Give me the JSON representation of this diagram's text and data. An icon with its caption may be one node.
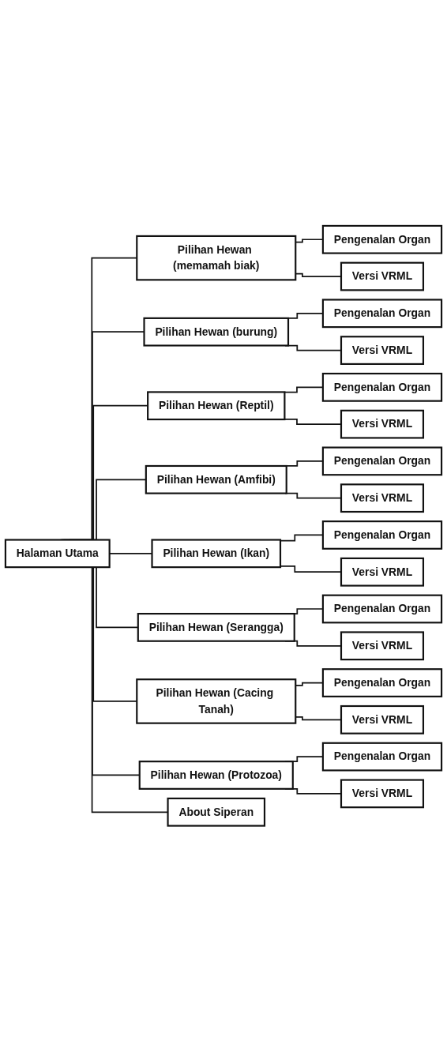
{
  "diagram": {
    "nodes": [
      {
        "text": [
          "Halaman Utama"
        ]
      },
      {
        "text": [
          "Pilihan Hewan (memamah biak)"
        ]
      },
      {
        "text": [
          "Pengenalan Organ"
        ]
      },
      {
        "text": [
          "Versi VRML"
        ]
      },
      {
        "text": [
          "Pilihan Hewan (burung)"
        ]
      },
      {
        "text": [
          "Pengenalan Organ"
        ]
      },
      {
        "text": [
          "Versi VRML"
        ]
      },
      {
        "text": [
          "Pilihan Hewan (Reptil)"
        ]
      },
      {
        "text": [
          "Pengenalan Organ"
        ]
      },
      {
        "text": [
          "Versi VRML"
        ]
      },
      {
        "text": [
          "Pilihan Hewan (Amfibi)"
        ]
      },
      {
        "text": [
          "Pengenalan Organ"
        ]
      },
      {
        "text": [
          "Versi VRML"
        ]
      },
      {
        "text": [
          "Pilihan Hewan (Ikan)"
        ]
      },
      {
        "text": [
          "Pengenalan Organ"
        ]
      },
      {
        "text": [
          "Versi VRML"
        ]
      },
      {
        "text": [
          "Pilihan Hewan (Serangga)"
        ]
      },
      {
        "text": [
          "Pengenalan Organ"
        ]
      },
      {
        "text": [
          "Versi VRML"
        ]
      },
      {
        "text": [
          "Pilihan Hewan (Cacing Tanah)"
        ]
      },
      {
        "text": [
          "Pengenalan Organ"
        ]
      },
      {
        "text": [
          "Versi VRML"
        ]
      },
      {
        "text": [
          "Pilihan Hewan (Protozoa)"
        ]
      },
      {
        "text": [
          "Pengenalan Organ"
        ]
      },
      {
        "text": [
          "Versi VRML"
        ]
      },
      {
        "text": [
          "About Siperan"
        ]
      }
    ],
    "edges": [
      {
        "from": 0,
        "to": 1,
        "arrow": "none"
      },
      {
        "from": 1,
        "to": 2,
        "arrow": "none"
      },
      {
        "from": 1,
        "to": 3,
        "arrow": "none"
      },
      {
        "from": 0,
        "to": 4,
        "arrow": "none"
      },
      {
        "from": 4,
        "to": 5,
        "arrow": "none"
      },
      {
        "from": 4,
        "to": 6,
        "arrow": "none"
      },
      {
        "from": 0,
        "to": 7,
        "arrow": "none"
      },
      {
        "from": 7,
        "to": 8,
        "arrow": "none"
      },
      {
        "from": 7,
        "to": 9,
        "arrow": "none"
      },
      {
        "from": 0,
        "to": 10,
        "arrow": "none"
      },
      {
        "from": 10,
        "to": 11,
        "arrow": "none"
      },
      {
        "from": 10,
        "to": 12,
        "arrow": "none"
      },
      {
        "from": 0,
        "to": 13,
        "arrow": "none"
      },
      {
        "from": 13,
        "to": 14,
        "arrow": "none"
      },
      {
        "from": 13,
        "to": 15,
        "arrow": "none"
      },
      {
        "from": 0,
        "to": 16,
        "arrow": "none"
      },
      {
        "from": 16,
        "to": 17,
        "arrow": "none"
      },
      {
        "from": 16,
        "to": 18,
        "arrow": "none"
      },
      {
        "from": 0,
        "to": 19,
        "arrow": "none"
      },
      {
        "from": 19,
        "to": 20,
        "arrow": "none"
      },
      {
        "from": 19,
        "to": 21,
        "arrow": "none"
      },
      {
        "from": 0,
        "to": 22,
        "arrow": "none"
      },
      {
        "from": 22,
        "to": 23,
        "arrow": "none"
      },
      {
        "from": 22,
        "to": 24,
        "arrow": "none"
      },
      {
        "from": 0,
        "to": 25,
        "arrow": "none"
      }
    ]
  }
}
